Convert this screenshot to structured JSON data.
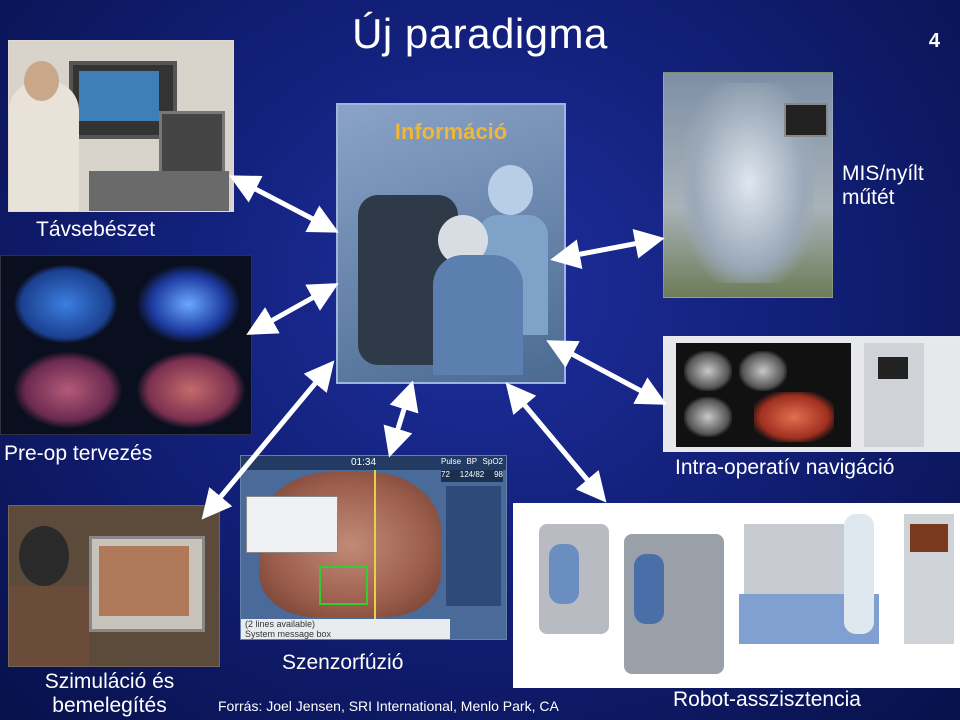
{
  "slide": {
    "title": "Új paradigma",
    "page_number": "4"
  },
  "center": {
    "label": "Információ"
  },
  "captions": {
    "telesurgery": "Távsebészet",
    "preop": "Pre-op tervezés",
    "simulation_line1": "Szimuláció és",
    "simulation_line2": "bemelegítés",
    "sensor_fusion": "Szenzorfúzió",
    "mis_line1": "MIS/nyílt",
    "mis_line2": "műtét",
    "intraop_nav": "Intra-operatív navigáció",
    "robot": "Robot-asszisztencia"
  },
  "source": "Forrás:  Joel Jensen, SRI International, Menlo Park, CA",
  "sensor_screen": {
    "time": "01:34",
    "vitals_labels": [
      "Pulse",
      "BP",
      "SpO2"
    ],
    "vitals_values": [
      "72",
      "124/82",
      "98"
    ],
    "message_line1": "(2 lines available)",
    "message_line2": "System message box"
  },
  "colors": {
    "arrow": "#ffffff",
    "background": "#12207a",
    "center_label": "#f0b63a"
  }
}
